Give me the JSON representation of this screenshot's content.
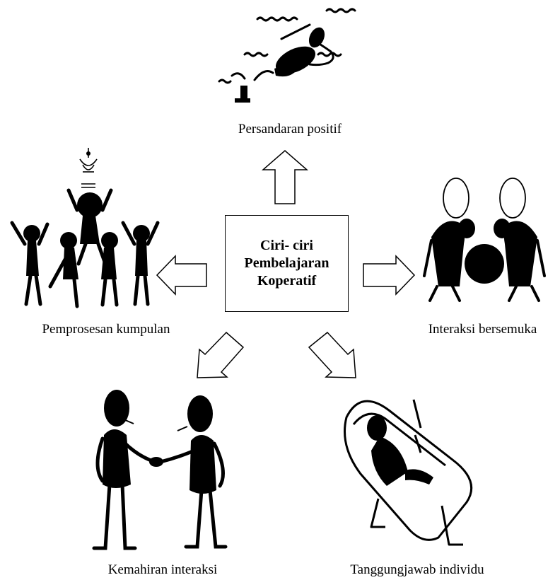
{
  "center": {
    "line1": "Ciri- ciri",
    "line2": "Pembelajaran",
    "line3": "Koperatif"
  },
  "captions": {
    "top": "Persandaran positif",
    "left": "Pemprosesan kumpulan",
    "right": "Interaksi bersemuka",
    "bottom_left": "Kemahiran interaksi",
    "bottom_right": "Tanggungjawab individu"
  },
  "illustrations": {
    "top": "swimmers-icon",
    "left": "cheering-team-icon",
    "right": "facing-figures-icon",
    "bottom_left": "handshake-icon",
    "bottom_right": "reclining-person-icon"
  }
}
